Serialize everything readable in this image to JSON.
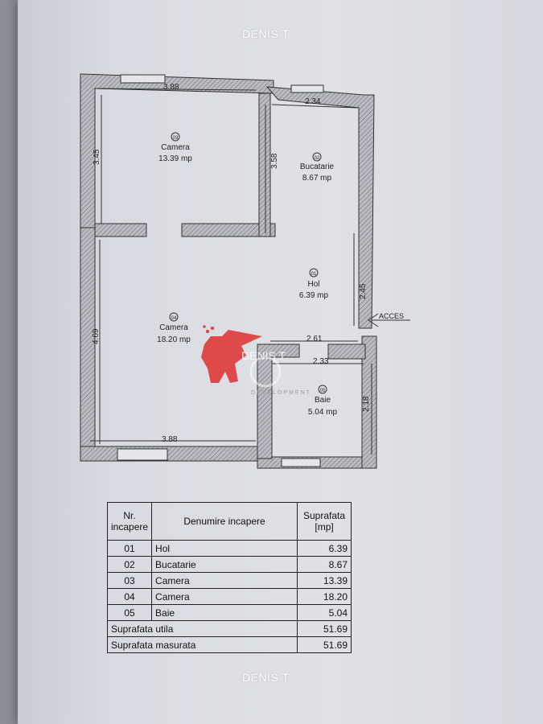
{
  "watermarks": {
    "top": "DENIS T",
    "bottom": "DENIS T",
    "center": "DENIS T",
    "center_sub": "DEVELOPMENT"
  },
  "plan": {
    "dimensions": {
      "top_left": "3.88",
      "top_right": "2.34",
      "left_upper": "3.45",
      "mid_vertical": "3.58",
      "left_lower": "4.69",
      "right_mid": "2.45",
      "hall_width": "2.61",
      "bath_top": "2.33",
      "bath_right": "2.18",
      "bottom_left": "3.88"
    },
    "access_label": "ACCES",
    "rooms": [
      {
        "nr": "03",
        "name": "Camera",
        "area": "13.39 mp"
      },
      {
        "nr": "02",
        "name": "Bucatarie",
        "area": "8.67 mp"
      },
      {
        "nr": "01",
        "name": "Hol",
        "area": "6.39 mp"
      },
      {
        "nr": "04",
        "name": "Camera",
        "area": "18.20 mp"
      },
      {
        "nr": "05",
        "name": "Baie",
        "area": "5.04 mp"
      }
    ]
  },
  "table": {
    "headers": {
      "nr": "Nr. incapere",
      "name": "Denumire incapere",
      "area": "Suprafata [mp]"
    },
    "rows": [
      {
        "nr": "01",
        "name": "Hol",
        "area": "6.39"
      },
      {
        "nr": "02",
        "name": "Bucatarie",
        "area": "8.67"
      },
      {
        "nr": "03",
        "name": "Camera",
        "area": "13.39"
      },
      {
        "nr": "04",
        "name": "Camera",
        "area": "18.20"
      },
      {
        "nr": "05",
        "name": "Baie",
        "area": "5.04"
      }
    ],
    "totals": [
      {
        "label": "Suprafata utila",
        "value": "51.69"
      },
      {
        "label": "Suprafata masurata",
        "value": "51.69"
      }
    ]
  }
}
